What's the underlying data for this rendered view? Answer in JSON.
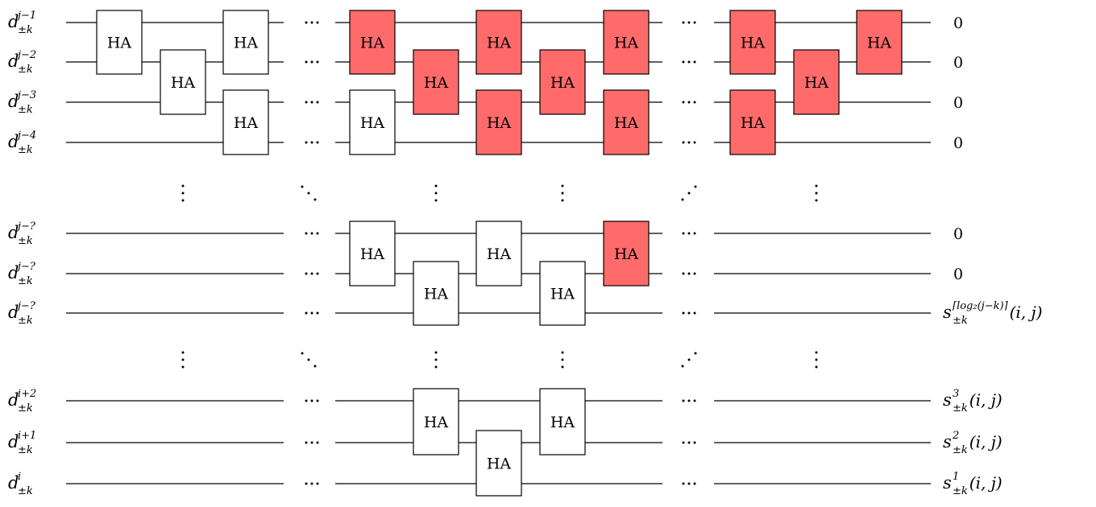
{
  "colors": {
    "highlight_fill": "#ff6b6b",
    "normal_fill": "#ffffff",
    "stroke": "#000000"
  },
  "gate_label": "HA",
  "input_labels": [
    {
      "base": "d",
      "sub": "±k",
      "sup": "j−1"
    },
    {
      "base": "d",
      "sub": "±k",
      "sup": "j−2"
    },
    {
      "base": "d",
      "sub": "±k",
      "sup": "j−3"
    },
    {
      "base": "d",
      "sub": "±k",
      "sup": "j−4"
    },
    {
      "base": "d",
      "sub": "±k",
      "sup": "j−?"
    },
    {
      "base": "d",
      "sub": "±k",
      "sup": "j−?"
    },
    {
      "base": "d",
      "sub": "±k",
      "sup": "j−?"
    },
    {
      "base": "d",
      "sub": "±k",
      "sup": "i+2"
    },
    {
      "base": "d",
      "sub": "±k",
      "sup": "i+1"
    },
    {
      "base": "d",
      "sub": "±k",
      "sup": "i"
    }
  ],
  "output_labels": [
    {
      "text": "0"
    },
    {
      "text": "0"
    },
    {
      "text": "0"
    },
    {
      "text": "0"
    },
    {
      "text": "0"
    },
    {
      "text": "0"
    },
    {
      "base": "s",
      "sub": "±k",
      "sup": "⌈log₂(j−k)⌉",
      "tail": "(i, j)"
    },
    {
      "base": "s",
      "sub": "±k",
      "sup": "3",
      "tail": "(i, j)"
    },
    {
      "base": "s",
      "sub": "±k",
      "sup": "2",
      "tail": "(i, j)"
    },
    {
      "base": "s",
      "sub": "±k",
      "sup": "1",
      "tail": "(i, j)"
    }
  ],
  "gates": [
    {
      "rows": [
        0,
        1
      ],
      "col": 0,
      "highlight": false
    },
    {
      "rows": [
        1,
        2
      ],
      "col": 1,
      "highlight": false
    },
    {
      "rows": [
        0,
        1
      ],
      "col": 2,
      "highlight": false
    },
    {
      "rows": [
        2,
        3
      ],
      "col": 2,
      "highlight": false
    },
    {
      "rows": [
        0,
        1
      ],
      "col": 3,
      "highlight": true
    },
    {
      "rows": [
        2,
        3
      ],
      "col": 3,
      "highlight": false
    },
    {
      "rows": [
        1,
        2
      ],
      "col": 4,
      "highlight": true
    },
    {
      "rows": [
        0,
        1
      ],
      "col": 5,
      "highlight": true
    },
    {
      "rows": [
        2,
        3
      ],
      "col": 5,
      "highlight": true
    },
    {
      "rows": [
        1,
        2
      ],
      "col": 6,
      "highlight": true
    },
    {
      "rows": [
        0,
        1
      ],
      "col": 7,
      "highlight": true
    },
    {
      "rows": [
        2,
        3
      ],
      "col": 7,
      "highlight": true
    },
    {
      "rows": [
        0,
        1
      ],
      "col": 8,
      "highlight": true
    },
    {
      "rows": [
        2,
        3
      ],
      "col": 8,
      "highlight": true
    },
    {
      "rows": [
        1,
        2
      ],
      "col": 9,
      "highlight": true
    },
    {
      "rows": [
        0,
        1
      ],
      "col": 10,
      "highlight": true
    },
    {
      "rows": [
        4,
        5
      ],
      "col": 3,
      "highlight": false
    },
    {
      "rows": [
        5,
        6
      ],
      "col": 4,
      "highlight": false
    },
    {
      "rows": [
        4,
        5
      ],
      "col": 5,
      "highlight": false
    },
    {
      "rows": [
        5,
        6
      ],
      "col": 6,
      "highlight": false
    },
    {
      "rows": [
        4,
        5
      ],
      "col": 7,
      "highlight": true
    },
    {
      "rows": [
        7,
        8
      ],
      "col": 4,
      "highlight": false
    },
    {
      "rows": [
        8,
        9
      ],
      "col": 5,
      "highlight": false
    },
    {
      "rows": [
        7,
        8
      ],
      "col": 6,
      "highlight": false
    }
  ]
}
